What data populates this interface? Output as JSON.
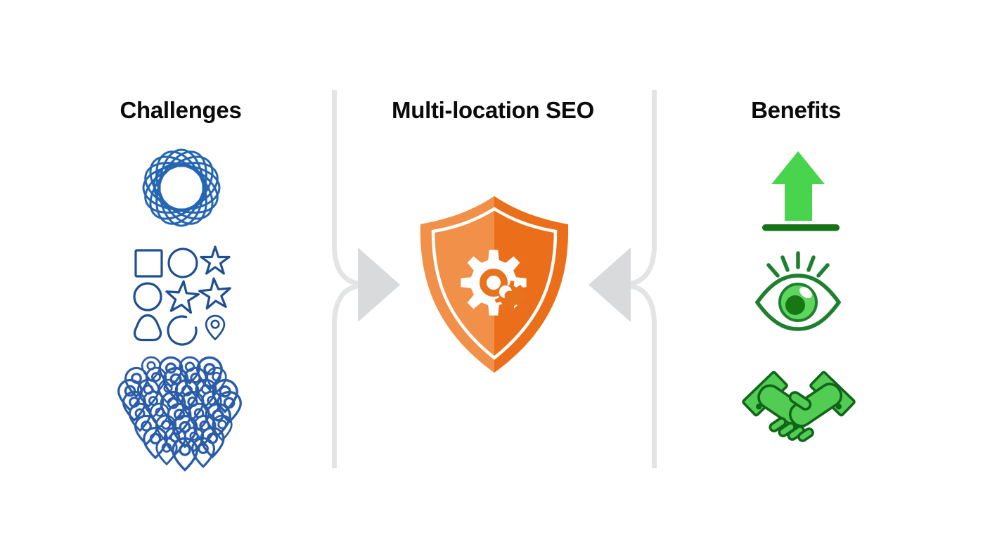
{
  "page": {
    "left": {
      "title": "Challenges",
      "icons": [
        {
          "name": "tangled-scribble-icon"
        },
        {
          "name": "mixed-shapes-grid-icon"
        },
        {
          "name": "location-pin-cluster-icon"
        }
      ]
    },
    "center": {
      "title": "Multi-location SEO",
      "icon": {
        "name": "shield-gear-icon"
      },
      "connectors": [
        {
          "name": "left-arrow-into-center"
        },
        {
          "name": "right-arrow-into-center"
        }
      ]
    },
    "right": {
      "title": "Benefits",
      "icons": [
        {
          "name": "growth-arrow-icon"
        },
        {
          "name": "visibility-eye-icon"
        },
        {
          "name": "handshake-icon"
        }
      ]
    },
    "colors": {
      "background": "#FFFFFF",
      "title-color": "#0A0A0A",
      "scribble-blue": "#2466B2",
      "shape-navy": "#1E4F92",
      "pin-blue": "#2A5CA8",
      "connector-line": "#E3E4E4",
      "connector-arrow": "#D9DADB",
      "shield-light": "#F19049",
      "shield-dark": "#EB6F1B",
      "gear-accent": "#E8731F",
      "arrow-green": "#49D44E",
      "green-dark": "#177317",
      "eye-outline": "#1E7F2E",
      "eye-iris": "#5ED65E",
      "eye-pupil": "#157815",
      "hand-green": "#52CC52",
      "hand-outline": "#11651A"
    }
  }
}
